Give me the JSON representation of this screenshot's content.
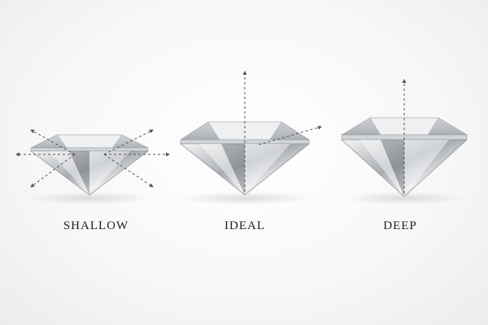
{
  "diagram": {
    "labels": {
      "shallow": "SHALLOW",
      "ideal": "IDEAL",
      "deep": "DEEP"
    },
    "colors": {
      "background": "#f5f5f5",
      "stone_light": "#ffffff",
      "stone_mid": "#c9ccd0",
      "stone_dark": "#6f7378",
      "arrow": "#555555",
      "label": "#1f1f1f"
    },
    "arrows": {
      "shallow": "light leaks out of the sides",
      "ideal": "light reflected straight up",
      "deep": "light reflected straight up"
    }
  }
}
